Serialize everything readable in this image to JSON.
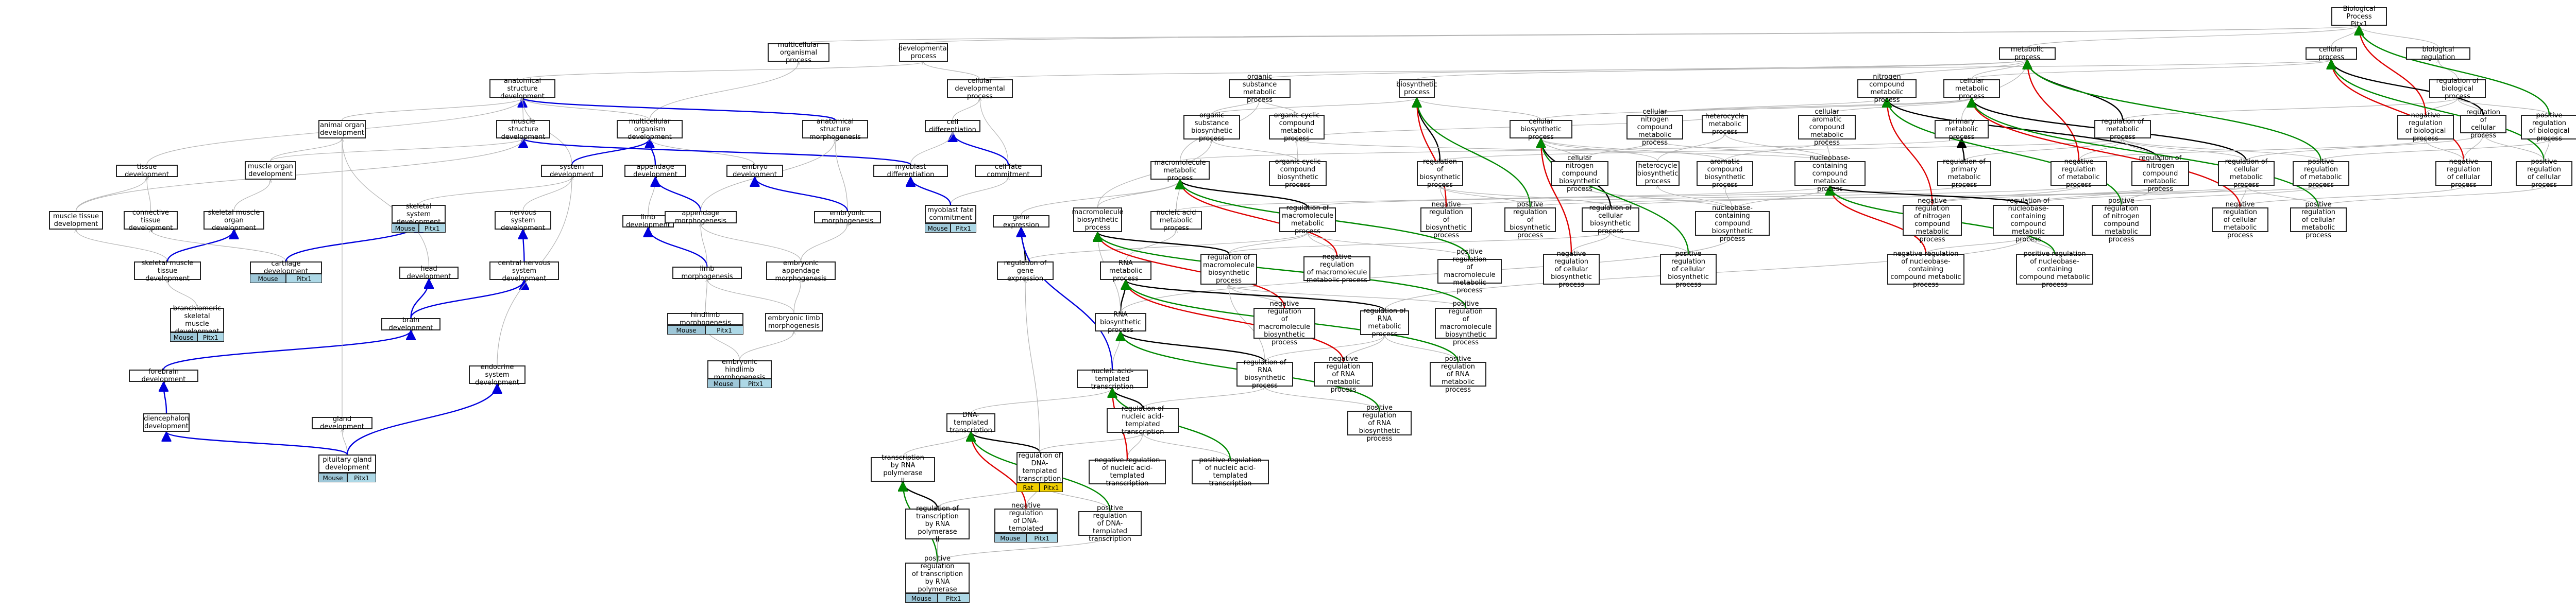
{
  "nodes": {
    "bp": "Biological Process\nPitx1",
    "metabolic": "metabolic process",
    "cellular": "cellular process",
    "bio_reg": "biological regulation",
    "multicell": "multicellular\norganismal process",
    "developmental": "developmental\nprocess",
    "anat_dev": "anatomical structure\ndevelopment",
    "cell_dev": "cellular developmental\nprocess",
    "org_subst_met": "organic substance\nmetabolic process",
    "biosynth": "biosynthetic\nprocess",
    "nitrogen_met": "nitrogen compound\nmetabolic process",
    "cellular_met": "cellular metabolic\nprocess",
    "reg_bio": "regulation of\nbiological process",
    "animal_organ": "animal organ\ndevelopment",
    "muscle_struct": "muscle structure\ndevelopment",
    "multicell_dev": "multicellular\norganism development",
    "anat_morph": "anatomical structure\nmorphogenesis",
    "cell_diff": "cell differentiation",
    "cell_fate": "cell fate commitment",
    "myoblast_diff": "myoblast differentiation",
    "myoblast_fate": "myoblast fate\ncommitment",
    "tissue_dev": "tissue development",
    "muscle_organ": "muscle organ\ndevelopment",
    "system_dev": "system development",
    "appendage_dev": "appendage development",
    "embryo_dev": "embryo development",
    "muscle_tissue": "muscle tissue\ndevelopment",
    "connective": "connective tissue\ndevelopment",
    "skel_organ": "skeletal muscle\norgan development",
    "skel_system": "skeletal system\ndevelopment",
    "limb_dev": "limb development",
    "appendage_morph": "appendage morphogenesis",
    "embryonic_morph": "embryonic morphogenesis",
    "skel_tissue": "skeletal muscle\ntissue development",
    "cartilage": "cartilage development",
    "nervous": "nervous system\ndevelopment",
    "head_dev": "head development",
    "cns": "central nervous\nsystem development",
    "limb_morph": "limb morphogenesis",
    "embryonic_app": "embryonic appendage\nmorphogenesis",
    "branchiomeric": "branchiomeric\nskeletal muscle\ndevelopment",
    "brain_dev": "brain development",
    "hindlimb": "hindlimb morphogenesis",
    "embryonic_limb": "embryonic limb\nmorphogenesis",
    "embryonic_hindlimb": "embryonic hindlimb\nmorphogenesis",
    "forebrain": "forebrain development",
    "endocrine": "endocrine system\ndevelopment",
    "diencephalon": "diencephalon\ndevelopment",
    "gland_dev": "gland development",
    "pituitary": "pituitary gland\ndevelopment",
    "org_subst_bio": "organic substance\nbiosynthetic\nprocess",
    "org_cyclic_met": "organic cyclic\ncompound metabolic\nprocess",
    "macromol_met": "macromolecule\nmetabolic process",
    "org_cyclic_bio": "organic cyclic\ncompound biosynthetic\nprocess",
    "cell_biosynth": "cellular biosynthetic\nprocess",
    "cell_nitro_met": "cellular nitrogen\ncompound metabolic\nprocess",
    "heterocycle_met": "heterocycle\nmetabolic process",
    "cell_arom_met": "cellular aromatic\ncompound metabolic\nprocess",
    "primary_met": "primary metabolic\nprocess",
    "reg_met": "regulation of\nmetabolic process",
    "neg_reg_bio": "negative regulation\nof biological\nprocess",
    "reg_cell": "regulation of\ncellular process",
    "pos_reg_bio": "positive regulation\nof biological\nprocess",
    "macromol_bio": "macromolecule\nbiosynthetic\nprocess",
    "nucleic_met": "nucleic acid\nmetabolic process",
    "reg_macromol_met": "regulation of\nmacromolecule\nmetabolic process",
    "reg_biosynth": "regulation of\nbiosynthetic\nprocess",
    "cell_nitro_bio": "cellular nitrogen\ncompound biosynthetic\nprocess",
    "heterocycle_bio": "heterocycle\nbiosynthetic\nprocess",
    "arom_bio": "aromatic compound\nbiosynthetic\nprocess",
    "nucleobase_met": "nucleobase-containing\ncompound metabolic\nprocess",
    "reg_primary": "regulation of\nprimary metabolic\nprocess",
    "neg_reg_met": "negative regulation\nof metabolic\nprocess",
    "reg_nitro_met": "regulation of\nnitrogen compound\nmetabolic process",
    "reg_cell_met": "regulation of\ncellular metabolic\nprocess",
    "pos_reg_met": "positive regulation\nof metabolic\nprocess",
    "neg_reg_cell": "negative regulation\nof cellular\nprocess",
    "pos_reg_cell": "positive regulation\nof cellular\nprocess",
    "gene_expr": "gene expression",
    "reg_macromol_bio": "regulation of\nmacromolecule\nbiosynthetic\nprocess",
    "neg_reg_macromol_met": "negative regulation\nof macromolecule\nmetabolic process",
    "neg_reg_biosynth": "negative regulation\nof biosynthetic\nprocess",
    "pos_reg_biosynth": "positive regulation\nof biosynthetic\nprocess",
    "reg_cell_biosynth": "regulation of\ncellular biosynthetic\nprocess",
    "nucleobase_bio": "nucleobase-containing\ncompound biosynthetic\nprocess",
    "neg_reg_nitro": "negative regulation\nof nitrogen\ncompound metabolic\nprocess",
    "reg_nucleobase_met": "regulation of\nnucleobase-containing\ncompound metabolic\nprocess",
    "pos_reg_nitro": "positive regulation\nof nitrogen\ncompound metabolic\nprocess",
    "neg_reg_cell_met": "negative regulation\nof cellular\nmetabolic process",
    "pos_reg_cell_met": "positive regulation\nof cellular\nmetabolic process",
    "reg_gene_expr": "regulation of\ngene expression",
    "rna_met": "RNA metabolic\nprocess",
    "pos_reg_macromol_met": "positive regulation\nof macromolecule\nmetabolic process",
    "neg_reg_cell_biosynth": "negative regulation\nof cellular\nbiosynthetic\nprocess",
    "pos_reg_cell_biosynth": "positive regulation\nof cellular\nbiosynthetic\nprocess",
    "neg_reg_nucleobase": "negative regulation\nof nucleobase-containing\ncompound metabolic\nprocess",
    "pos_reg_nucleobase": "positive regulation\nof nucleobase-containing\ncompound metabolic\nprocess",
    "rna_bio": "RNA biosynthetic\nprocess",
    "neg_reg_macromol_bio": "negative regulation\nof macromolecule\nbiosynthetic\nprocess",
    "reg_rna_met": "regulation of\nRNA metabolic\nprocess",
    "pos_reg_macromol_bio": "positive regulation\nof macromolecule\nbiosynthetic\nprocess",
    "reg_rna_bio": "regulation of\nRNA biosynthetic\nprocess",
    "neg_reg_rna_met": "negative regulation\nof RNA metabolic\nprocess",
    "pos_reg_rna_met": "positive regulation\nof RNA metabolic\nprocess",
    "nucleic_transcr": "nucleic acid-templated\ntranscription",
    "pos_reg_rna_bio": "positive regulation\nof RNA biosynthetic\nprocess",
    "reg_nucleic_transcr": "regulation of\nnucleic acid-templated\ntranscription",
    "dna_transcr": "DNA-templated\ntranscription",
    "reg_dna_transcr": "regulation of\nDNA-templated\ntranscription",
    "neg_reg_nucleic_transcr": "negative regulation\nof nucleic acid-templated\ntranscription",
    "pos_reg_nucleic_transcr": "positive regulation\nof nucleic acid-templated\ntranscription",
    "transcr_pol2": "transcription\nby RNA polymerase\nII",
    "reg_transcr_pol2": "regulation of\ntranscription\nby RNA polymerase\nII",
    "neg_reg_dna_transcr": "negative regulation\nof DNA-templated\ntranscription",
    "pos_reg_dna_transcr": "positive regulation\nof DNA-templated\ntranscription",
    "pos_reg_transcr_pol2": "positive regulation\nof transcription\nby RNA polymerase\nII"
  },
  "annotations": {
    "mouse": "Mouse",
    "rat": "Rat",
    "gene": "Pitx1"
  },
  "colors": {
    "is_a": "#b4b4b4",
    "part_of": "#0000dd",
    "regulates": "#000000",
    "negatively_regulates": "#dd0000",
    "positively_regulates": "#008800",
    "annotation_mouse": "#9ec7d8",
    "annotation_rat": "#f2d000"
  }
}
